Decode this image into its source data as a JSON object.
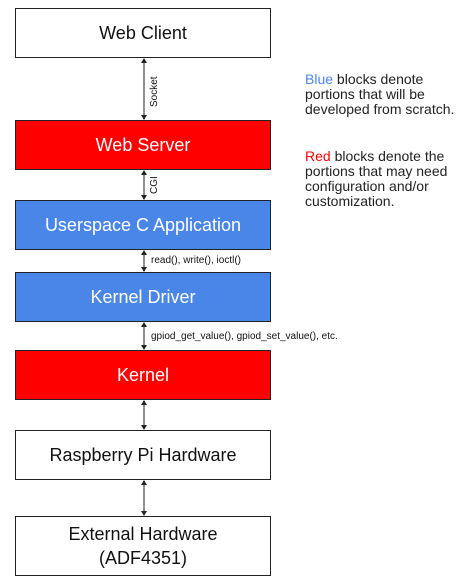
{
  "blocks": {
    "web_client": "Web Client",
    "web_server": "Web Server",
    "userspace_app": "Userspace C Application",
    "kernel_driver": "Kernel Driver",
    "kernel": "Kernel",
    "rpi_hardware": "Raspberry Pi Hardware",
    "external_hardware_line1": "External Hardware",
    "external_hardware_line2": "(ADF4351)"
  },
  "connectors": {
    "socket": "Socket",
    "cgi": "CGI",
    "syscalls": "read(), write(), ioctl()",
    "gpiod": "gpiod_get_value(), gpiod_set_value(), etc."
  },
  "legend": {
    "blue_word": "Blue",
    "blue_rest": " blocks denote portions that will be developed from scratch.",
    "red_word": "Red",
    "red_rest": " blocks denote the portions that may need configuration and/or customization."
  },
  "colors": {
    "red": "#ff0000",
    "blue": "#4a86e8",
    "white": "#ffffff"
  }
}
